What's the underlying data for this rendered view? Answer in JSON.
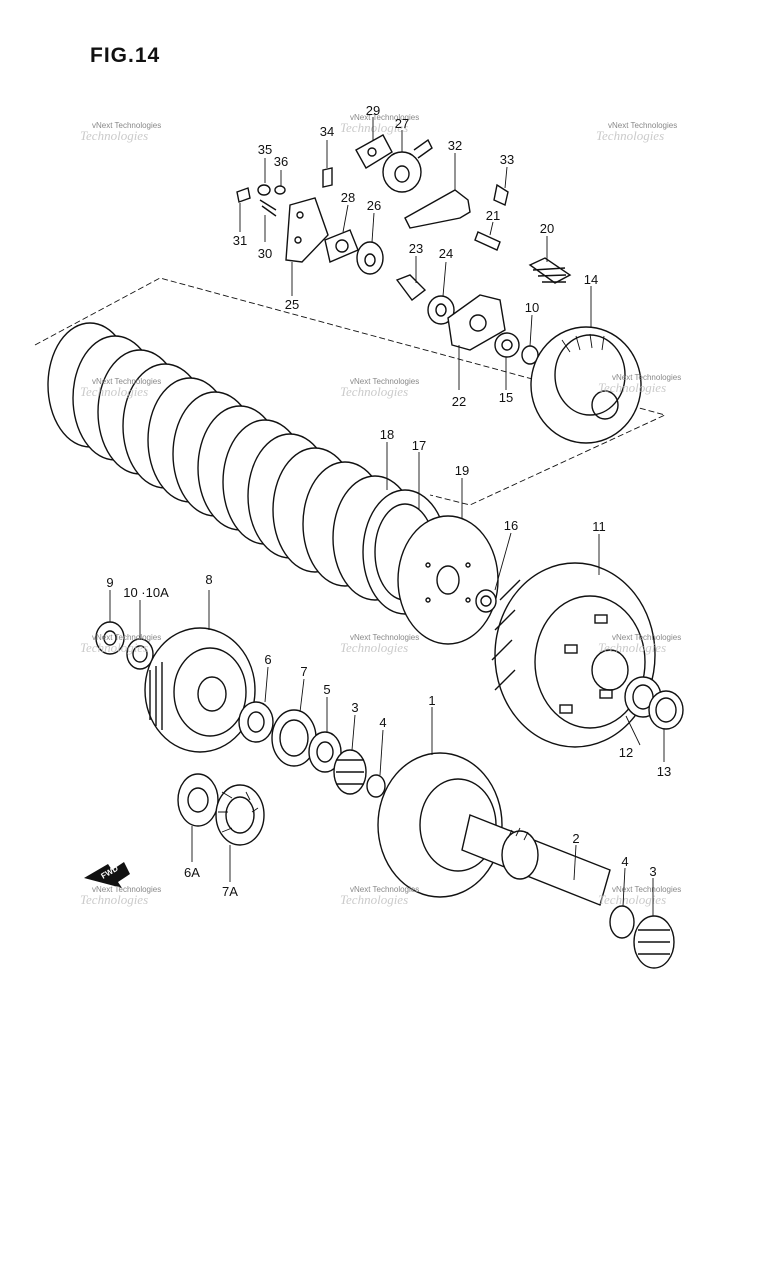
{
  "figure": {
    "title": "FIG.14"
  },
  "watermark": {
    "line1": "vNext Technologies",
    "line2": "Technologies"
  },
  "fwd_badge": {
    "text": "FWD"
  },
  "parts": [
    {
      "id": "29",
      "label": "29"
    },
    {
      "id": "27",
      "label": "27"
    },
    {
      "id": "34",
      "label": "34"
    },
    {
      "id": "32",
      "label": "32"
    },
    {
      "id": "35",
      "label": "35"
    },
    {
      "id": "36",
      "label": "36"
    },
    {
      "id": "33",
      "label": "33"
    },
    {
      "id": "28",
      "label": "28"
    },
    {
      "id": "26",
      "label": "26"
    },
    {
      "id": "21",
      "label": "21"
    },
    {
      "id": "20",
      "label": "20"
    },
    {
      "id": "31",
      "label": "31"
    },
    {
      "id": "30",
      "label": "30"
    },
    {
      "id": "23",
      "label": "23"
    },
    {
      "id": "24",
      "label": "24"
    },
    {
      "id": "14",
      "label": "14"
    },
    {
      "id": "25",
      "label": "25"
    },
    {
      "id": "10",
      "label": "10"
    },
    {
      "id": "22",
      "label": "22"
    },
    {
      "id": "15",
      "label": "15"
    },
    {
      "id": "18",
      "label": "18"
    },
    {
      "id": "17",
      "label": "17"
    },
    {
      "id": "19",
      "label": "19"
    },
    {
      "id": "16",
      "label": "16"
    },
    {
      "id": "11",
      "label": "11"
    },
    {
      "id": "9",
      "label": "9"
    },
    {
      "id": "10-10A",
      "label": "10 ·10A"
    },
    {
      "id": "8",
      "label": "8"
    },
    {
      "id": "6",
      "label": "6"
    },
    {
      "id": "7",
      "label": "7"
    },
    {
      "id": "5",
      "label": "5"
    },
    {
      "id": "1",
      "label": "1"
    },
    {
      "id": "3",
      "label": "3"
    },
    {
      "id": "4",
      "label": "4"
    },
    {
      "id": "12",
      "label": "12"
    },
    {
      "id": "13",
      "label": "13"
    },
    {
      "id": "6A",
      "label": "6A"
    },
    {
      "id": "7A",
      "label": "7A"
    },
    {
      "id": "2",
      "label": "2"
    },
    {
      "id": "4b",
      "label": "4"
    },
    {
      "id": "3b",
      "label": "3"
    }
  ]
}
